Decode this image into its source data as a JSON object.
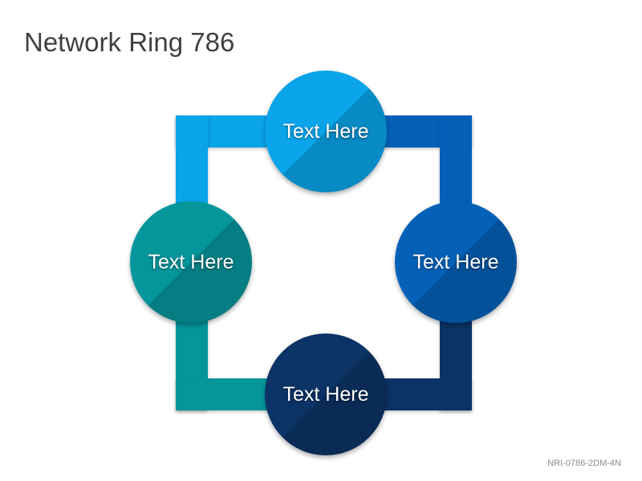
{
  "title": "Network Ring 786",
  "footer_code": "NRI-0786-2DM-4N",
  "colors": {
    "light_blue": "#0aa4ea",
    "medium_blue": "#0561b8",
    "dark_navy": "#0b3366",
    "teal": "#05969c"
  },
  "nodes": {
    "top": {
      "label": "Text Here",
      "color": "#0aa4ea"
    },
    "right": {
      "label": "Text Here",
      "color": "#0561b8"
    },
    "bottom": {
      "label": "Text Here",
      "color": "#0b3366"
    },
    "left": {
      "label": "Text Here",
      "color": "#05969c"
    }
  }
}
